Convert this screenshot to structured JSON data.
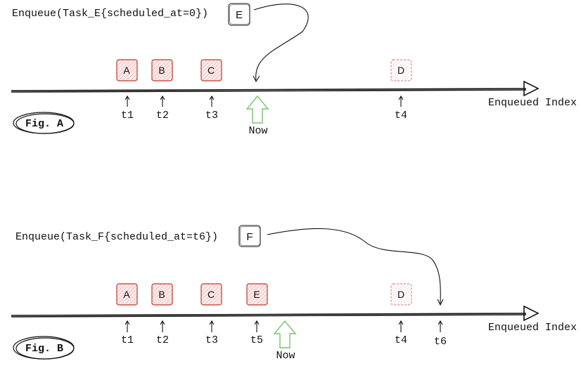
{
  "figA": {
    "enqueue_label": "Enqueue(Task_E{scheduled_at=0})",
    "new_task": "E",
    "tasks": [
      "A",
      "B",
      "C",
      "D"
    ],
    "ticks": [
      "t1",
      "t2",
      "t3",
      "t4"
    ],
    "now_label": "Now",
    "axis_label": "Enqueued Index",
    "fig_label": "Fig. A"
  },
  "figB": {
    "enqueue_label": "Enqueue(Task_F{scheduled_at=t6})",
    "new_task": "F",
    "tasks": [
      "A",
      "B",
      "C",
      "E",
      "D"
    ],
    "ticks": [
      "t1",
      "t2",
      "t3",
      "t5",
      "t4",
      "t6"
    ],
    "now_label": "Now",
    "axis_label": "Enqueued Index",
    "fig_label": "Fig. B"
  }
}
